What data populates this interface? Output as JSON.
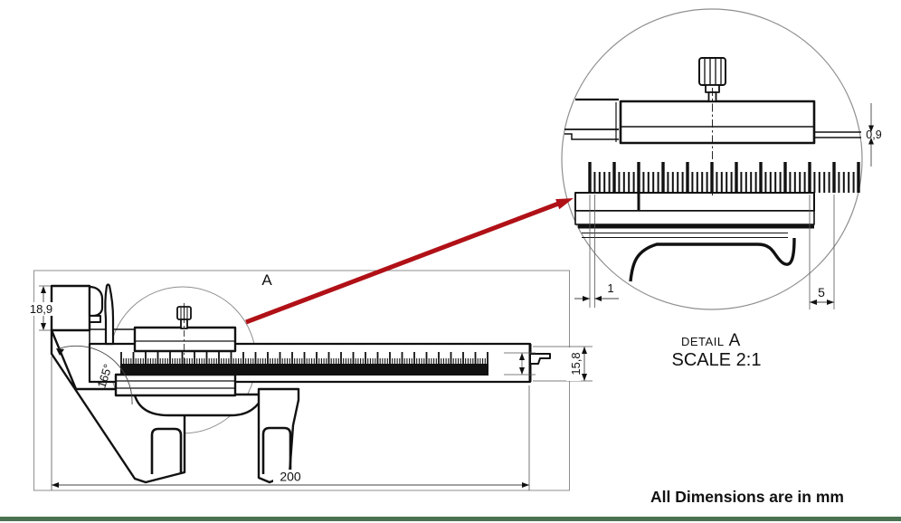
{
  "page": {
    "background": "#ffffff",
    "footer_bar_color": "#4a7251",
    "units_note": "All Dimensions are in mm"
  },
  "colors": {
    "line": "#111111",
    "frame_gray": "#8f8f8f",
    "callout_red": "#b01117"
  },
  "main_view": {
    "view_label": "A",
    "dim_head_height": "18,9",
    "dim_jaw_angle": "165°",
    "dim_total_length": "200",
    "dim_beam_height": "15,8"
  },
  "detail_view": {
    "title_prefix": "DETAIL",
    "title_letter": "A",
    "scale_text": "SCALE 2:1",
    "dim_minor_pitch": "1",
    "dim_major_pitch": "5",
    "dim_rail_thickness": "0,9"
  }
}
